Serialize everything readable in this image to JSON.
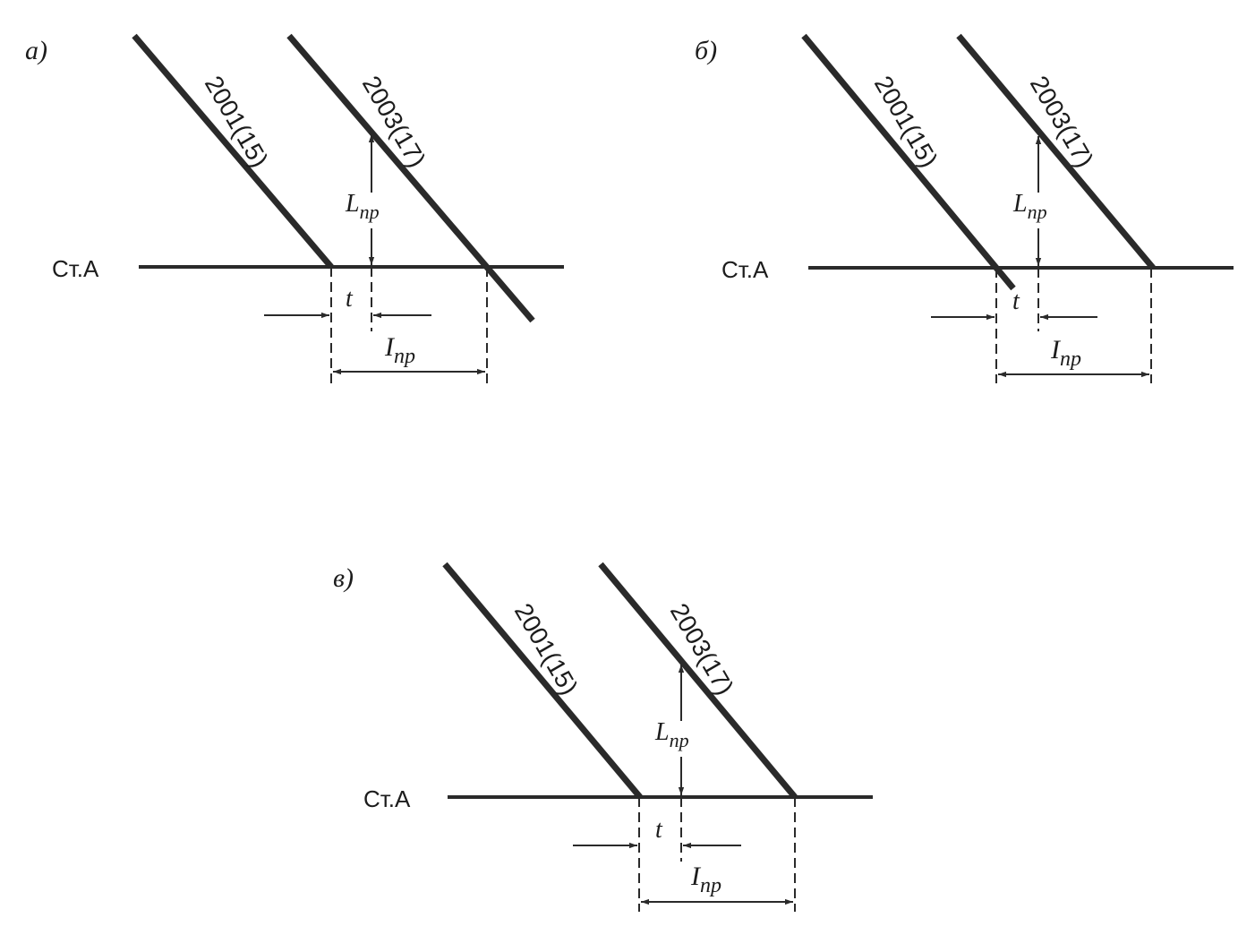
{
  "panels": [
    {
      "id": "a",
      "label": "а)",
      "station": "Ст.А",
      "train1": "2001(15)",
      "train2": "2003(17)",
      "L_main": "L",
      "L_sub": "пр",
      "t": "t",
      "I_main": "I",
      "I_sub": "пр"
    },
    {
      "id": "b",
      "label": "б)",
      "station": "Ст.А",
      "train1": "2001(15)",
      "train2": "2003(17)",
      "L_main": "L",
      "L_sub": "пр",
      "t": "t",
      "I_main": "I",
      "I_sub": "пр"
    },
    {
      "id": "v",
      "label": "в)",
      "station": "Ст.А",
      "train1": "2001(15)",
      "train2": "2003(17)",
      "L_main": "L",
      "L_sub": "пр",
      "t": "t",
      "I_main": "I",
      "I_sub": "пр"
    }
  ],
  "colors": {
    "ink": "#2a2a2a",
    "background": "#ffffff"
  }
}
